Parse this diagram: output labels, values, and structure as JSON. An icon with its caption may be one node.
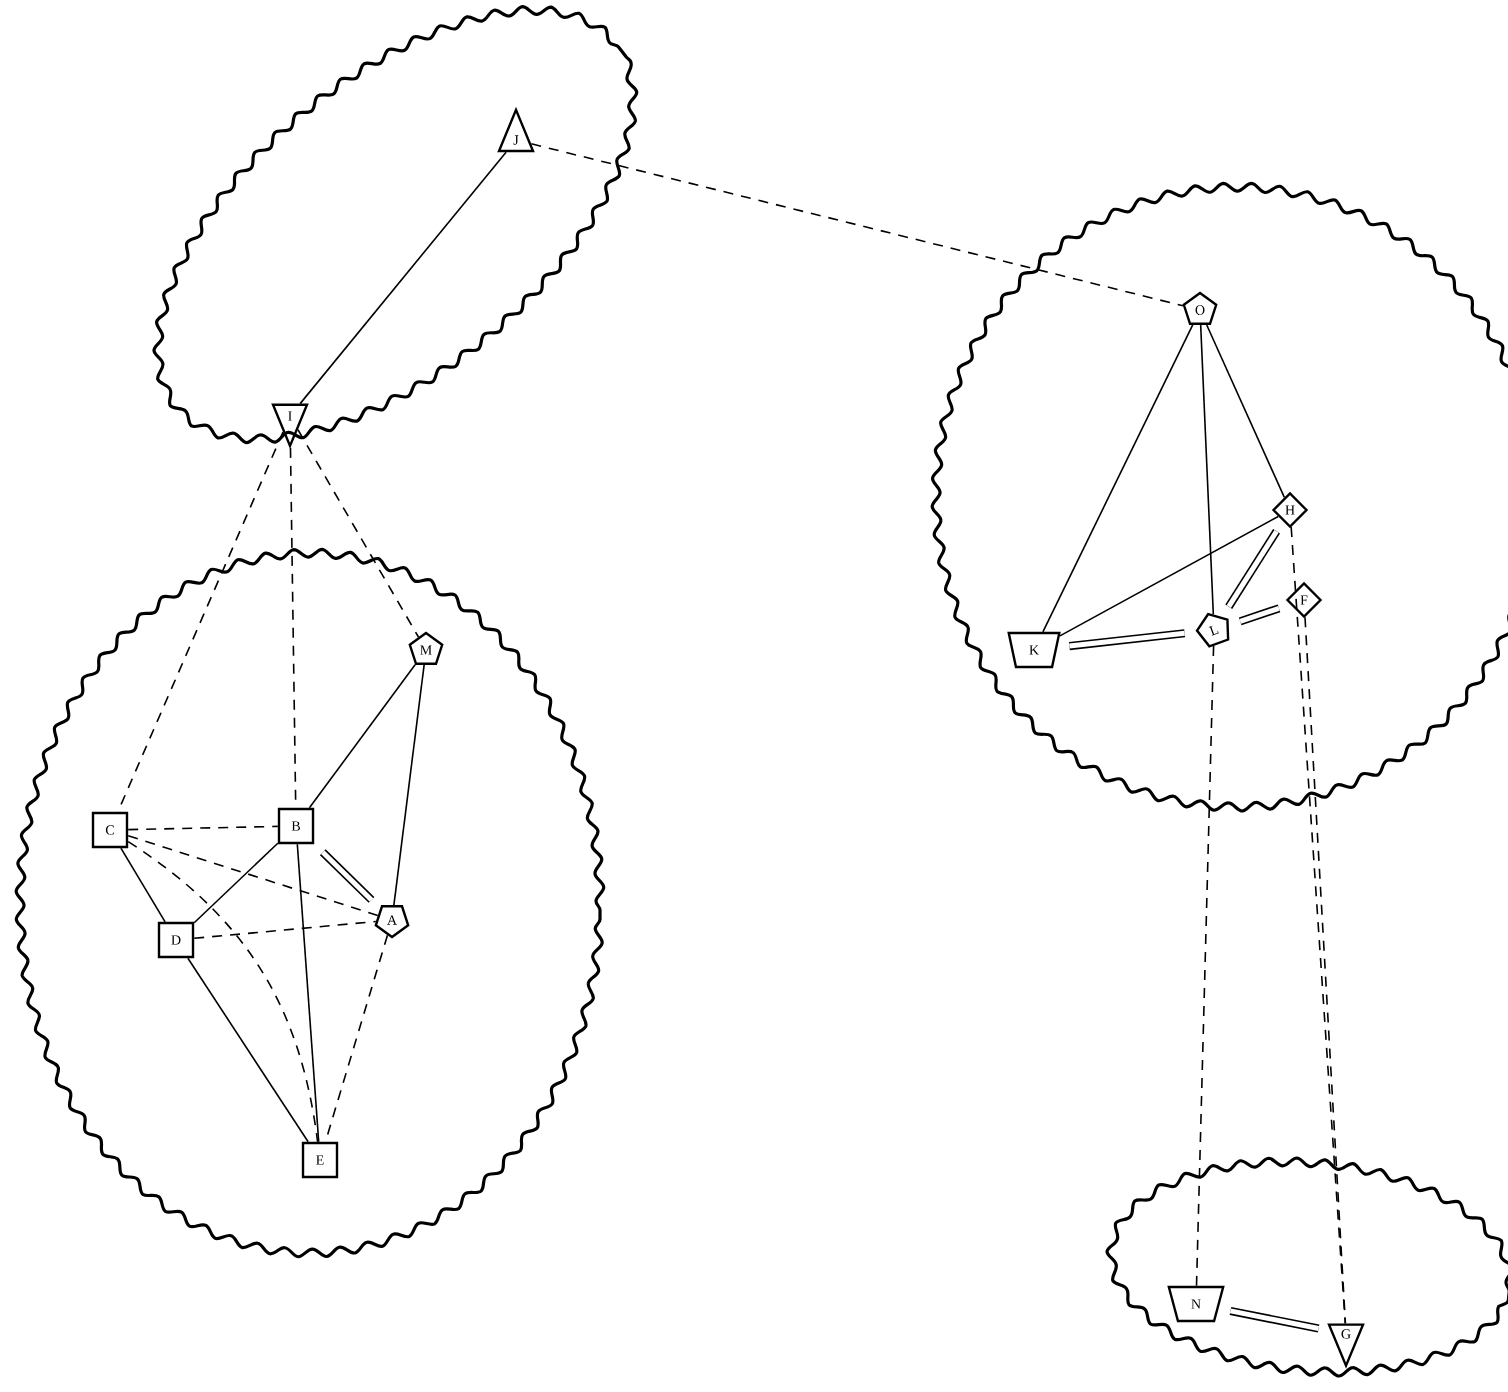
{
  "diagram": {
    "nodes": [
      {
        "text": [],
        "shape": "cloud"
      },
      {
        "text": [
          "J"
        ],
        "in": 0
      },
      {
        "text": [
          "I"
        ],
        "in": 0
      },
      {
        "text": [],
        "shape": "cloud"
      },
      {
        "text": [
          "O"
        ],
        "in": 3
      },
      {
        "text": [
          "H"
        ],
        "in": 3
      },
      {
        "text": [
          "F"
        ],
        "in": 3
      },
      {
        "text": [
          "K"
        ],
        "in": 3
      },
      {
        "text": [
          "L"
        ],
        "in": 3
      },
      {
        "text": [],
        "shape": "cloud"
      },
      {
        "text": [
          "M"
        ],
        "in": 9
      },
      {
        "text": [
          "C"
        ],
        "in": 9
      },
      {
        "text": [
          "B"
        ],
        "in": 9
      },
      {
        "text": [
          "A"
        ],
        "in": 9
      },
      {
        "text": [
          "D"
        ],
        "in": 9
      },
      {
        "text": [
          "E"
        ],
        "in": 9
      },
      {
        "text": [],
        "shape": "cloud"
      },
      {
        "text": [
          "N"
        ],
        "in": 16
      },
      {
        "text": [
          "G"
        ],
        "in": 16
      }
    ],
    "edges": [
      {
        "from": 1,
        "to": 2,
        "arrow": "none"
      },
      {
        "from": 1,
        "to": 4,
        "arrow": "none",
        "style": "dashed"
      },
      {
        "from": 2,
        "to": 11,
        "arrow": "none",
        "style": "dashed"
      },
      {
        "from": 2,
        "to": 12,
        "arrow": "none",
        "style": "dashed"
      },
      {
        "from": 2,
        "to": 10,
        "arrow": "none",
        "style": "dashed"
      },
      {
        "from": 10,
        "to": 12,
        "arrow": "none"
      },
      {
        "from": 10,
        "to": 13,
        "arrow": "none"
      },
      {
        "from": 11,
        "to": 12,
        "arrow": "none",
        "style": "dashed"
      },
      {
        "from": 11,
        "to": 13,
        "arrow": "none",
        "style": "dashed"
      },
      {
        "from": 11,
        "to": 14,
        "arrow": "none"
      },
      {
        "from": 11,
        "to": 15,
        "arrow": "none",
        "style": "dashed"
      },
      {
        "from": 12,
        "to": 14,
        "arrow": "none"
      },
      {
        "from": 12,
        "to": 13,
        "arrow": "none",
        "style": "thick"
      },
      {
        "from": 12,
        "to": 15,
        "arrow": "none"
      },
      {
        "from": 14,
        "to": 13,
        "arrow": "none",
        "style": "dashed"
      },
      {
        "from": 14,
        "to": 15,
        "arrow": "none"
      },
      {
        "from": 13,
        "to": 15,
        "arrow": "none",
        "style": "dashed"
      },
      {
        "from": 4,
        "to": 7,
        "arrow": "none"
      },
      {
        "from": 4,
        "to": 8,
        "arrow": "none"
      },
      {
        "from": 4,
        "to": 5,
        "arrow": "none"
      },
      {
        "from": 5,
        "to": 7,
        "arrow": "none"
      },
      {
        "from": 5,
        "to": 8,
        "arrow": "none",
        "style": "thick"
      },
      {
        "from": 7,
        "to": 8,
        "arrow": "none",
        "style": "thick"
      },
      {
        "from": 8,
        "to": 6,
        "arrow": "none",
        "style": "thick"
      },
      {
        "from": 8,
        "to": 17,
        "arrow": "none",
        "style": "dashed"
      },
      {
        "from": 6,
        "to": 18,
        "arrow": "none",
        "style": "dashed"
      },
      {
        "from": 5,
        "to": 18,
        "arrow": "none",
        "style": "dashed"
      },
      {
        "from": 17,
        "to": 18,
        "arrow": "none",
        "style": "thick"
      }
    ]
  }
}
